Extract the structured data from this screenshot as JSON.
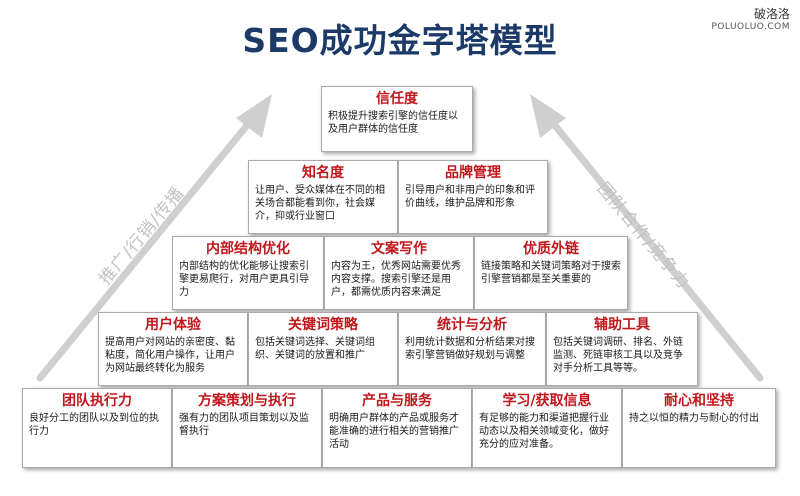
{
  "title": "SEO成功金字塔模型",
  "watermark": {
    "line1": "破洛洛",
    "line2": "POLUOLUO.COM"
  },
  "side_labels": {
    "left": "推广/行销/传播",
    "right": "团队合作/竞争力"
  },
  "colors": {
    "heading": "#c1171c",
    "title": "#1c3a68",
    "arrow": "#cfcfcf"
  },
  "rows": [
    {
      "boxes": [
        {
          "heading": "信任度",
          "text": "积极提升搜索引擎的信任度以及用户群体的信任度"
        }
      ]
    },
    {
      "boxes": [
        {
          "heading": "知名度",
          "text": "让用户、受众媒体在不同的相关场合都能看到你，社会媒介，抑或行业窗口"
        },
        {
          "heading": "品牌管理",
          "text": "引导用户和非用户的印象和评价曲线，维护品牌和形象"
        }
      ]
    },
    {
      "boxes": [
        {
          "heading": "内部结构优化",
          "text": "内部结构的优化能够让搜索引擎更易爬行，对用户更具引导力"
        },
        {
          "heading": "文案写作",
          "text": "内容为王，优秀网站需要优秀内容支撑。搜索引擎还是用户，都需优质内容来满足"
        },
        {
          "heading": "优质外链",
          "text": "链接策略和关键词策略对于搜索引擎营销都是至关重要的"
        }
      ]
    },
    {
      "boxes": [
        {
          "heading": "用户体验",
          "text": "提高用户对网站的亲密度、黏粘度，简化用户操作，让用户为网站最终转化为服务"
        },
        {
          "heading": "关键词策略",
          "text": "包括关键词选择、关键词组织、关键词的放置和推广"
        },
        {
          "heading": "统计与分析",
          "text": "利用统计数据和分析结果对搜索引擎营销做好规划与调整"
        },
        {
          "heading": "辅助工具",
          "text": "包括关键词调研、排名、外链监测、死链审核工具以及竞争对手分析工具等等。"
        }
      ]
    },
    {
      "boxes": [
        {
          "heading": "团队执行力",
          "text": "良好分工的团队以及到位的执行力"
        },
        {
          "heading": "方案策划与执行",
          "text": "强有力的团队项目策划以及监督执行"
        },
        {
          "heading": "产品与服务",
          "text": "明确用户群体的产品或服务才能准确的进行相关的营销推广活动"
        },
        {
          "heading": "学习/获取信息",
          "text": "有足够的能力和渠道把握行业动态以及相关领域变化，做好充分的应对准备。"
        },
        {
          "heading": "耐心和坚持",
          "text": "持之以恒的精力与耐心的付出"
        }
      ]
    }
  ]
}
